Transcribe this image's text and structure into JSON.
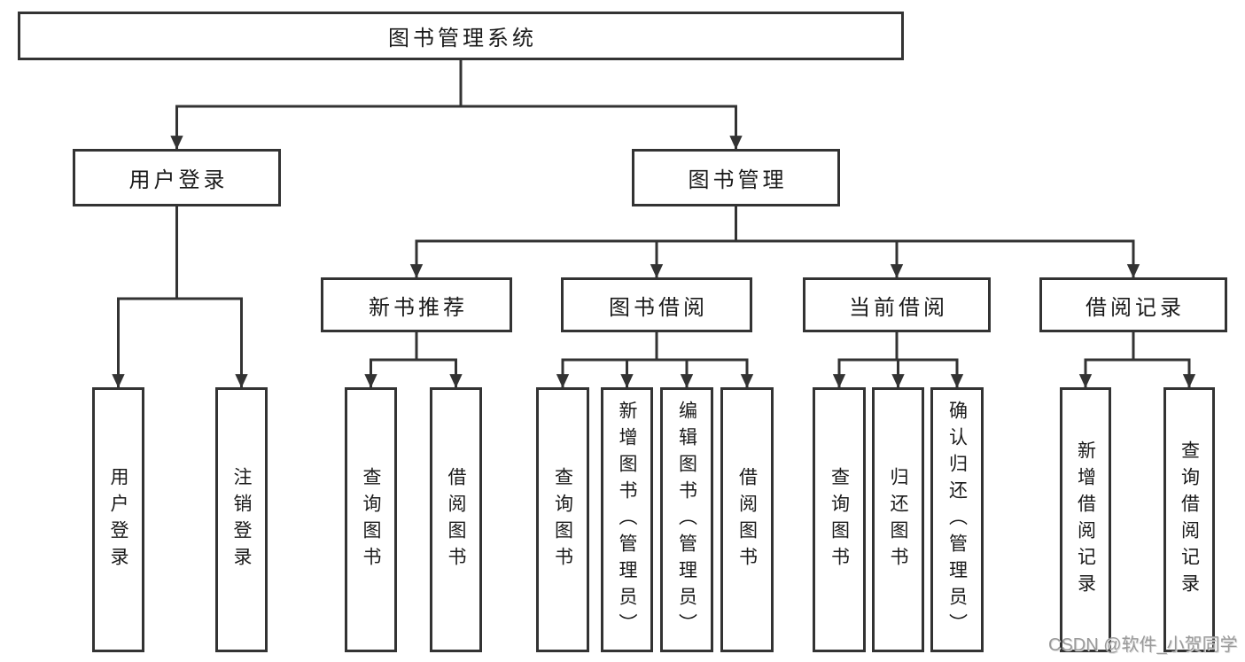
{
  "nodes": {
    "root": "图书管理系统",
    "user_login": "用户登录",
    "book_mgmt": "图书管理",
    "new_book_rec": "新书推荐",
    "book_borrow": "图书借阅",
    "current_borrow": "当前借阅",
    "borrow_records": "借阅记录",
    "leaf_user_login": "用户登录",
    "leaf_logout": "注销登录",
    "leaf_query_book_a": "查询图书",
    "leaf_borrow_book_a": "借阅图书",
    "leaf_query_book_b": "查询图书",
    "leaf_add_book": "新增图书（管理员）",
    "leaf_edit_book": "编辑图书（管理员）",
    "leaf_borrow_book_b": "借阅图书",
    "leaf_query_book_c": "查询图书",
    "leaf_return_book": "归还图书",
    "leaf_confirm_return": "确认归还（管理员）",
    "leaf_add_record": "新增借阅记录",
    "leaf_query_record": "查询借阅记录"
  },
  "watermark": "CSDN @软件_小贺同学",
  "colors": {
    "line": "#333333",
    "text": "#1a1a1a",
    "background": "#ffffff",
    "watermark": "#9a9a9a"
  }
}
